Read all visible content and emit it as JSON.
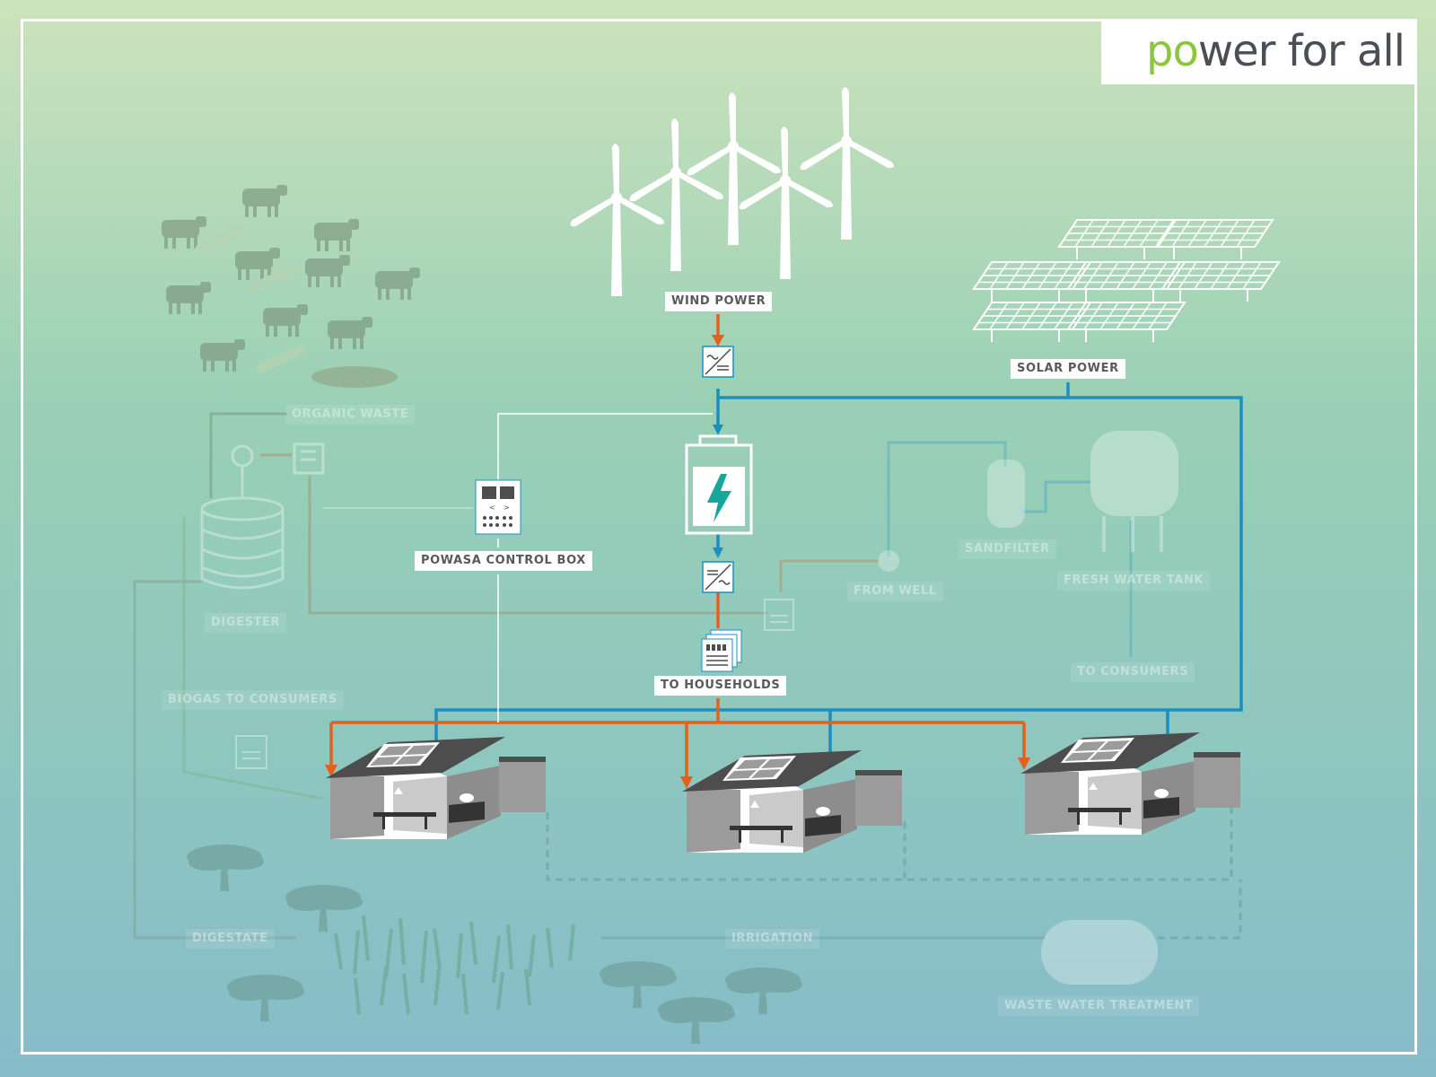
{
  "logo": {
    "part1": "po",
    "part2": "wer for all"
  },
  "labels": {
    "wind_power": "WIND POWER",
    "solar_power": "SOLAR POWER",
    "control_box": "POWASA CONTROL BOX",
    "to_households": "TO HOUSEHOLDS"
  },
  "faded_labels": {
    "organic_waste": "ORGANIC WASTE",
    "digester": "DIGESTER",
    "biogas": "BIOGAS TO CONSUMERS",
    "from_well": "FROM WELL",
    "sandfilter": "SANDFILTER",
    "fresh_water_tank": "FRESH WATER TANK",
    "to_consumers": "TO CONSUMERS",
    "digestate": "DIGESTATE",
    "irrigation": "IRRIGATION",
    "waste_water": "WASTE WATER TREATMENT"
  },
  "colors": {
    "ac_line": "#e4601f",
    "dc_line": "#1b8fbf",
    "logo_green": "#8cc63f",
    "logo_gray": "#4b4f55",
    "house_gray": "#9b9b9b",
    "roof_dark": "#4d4d4d"
  }
}
